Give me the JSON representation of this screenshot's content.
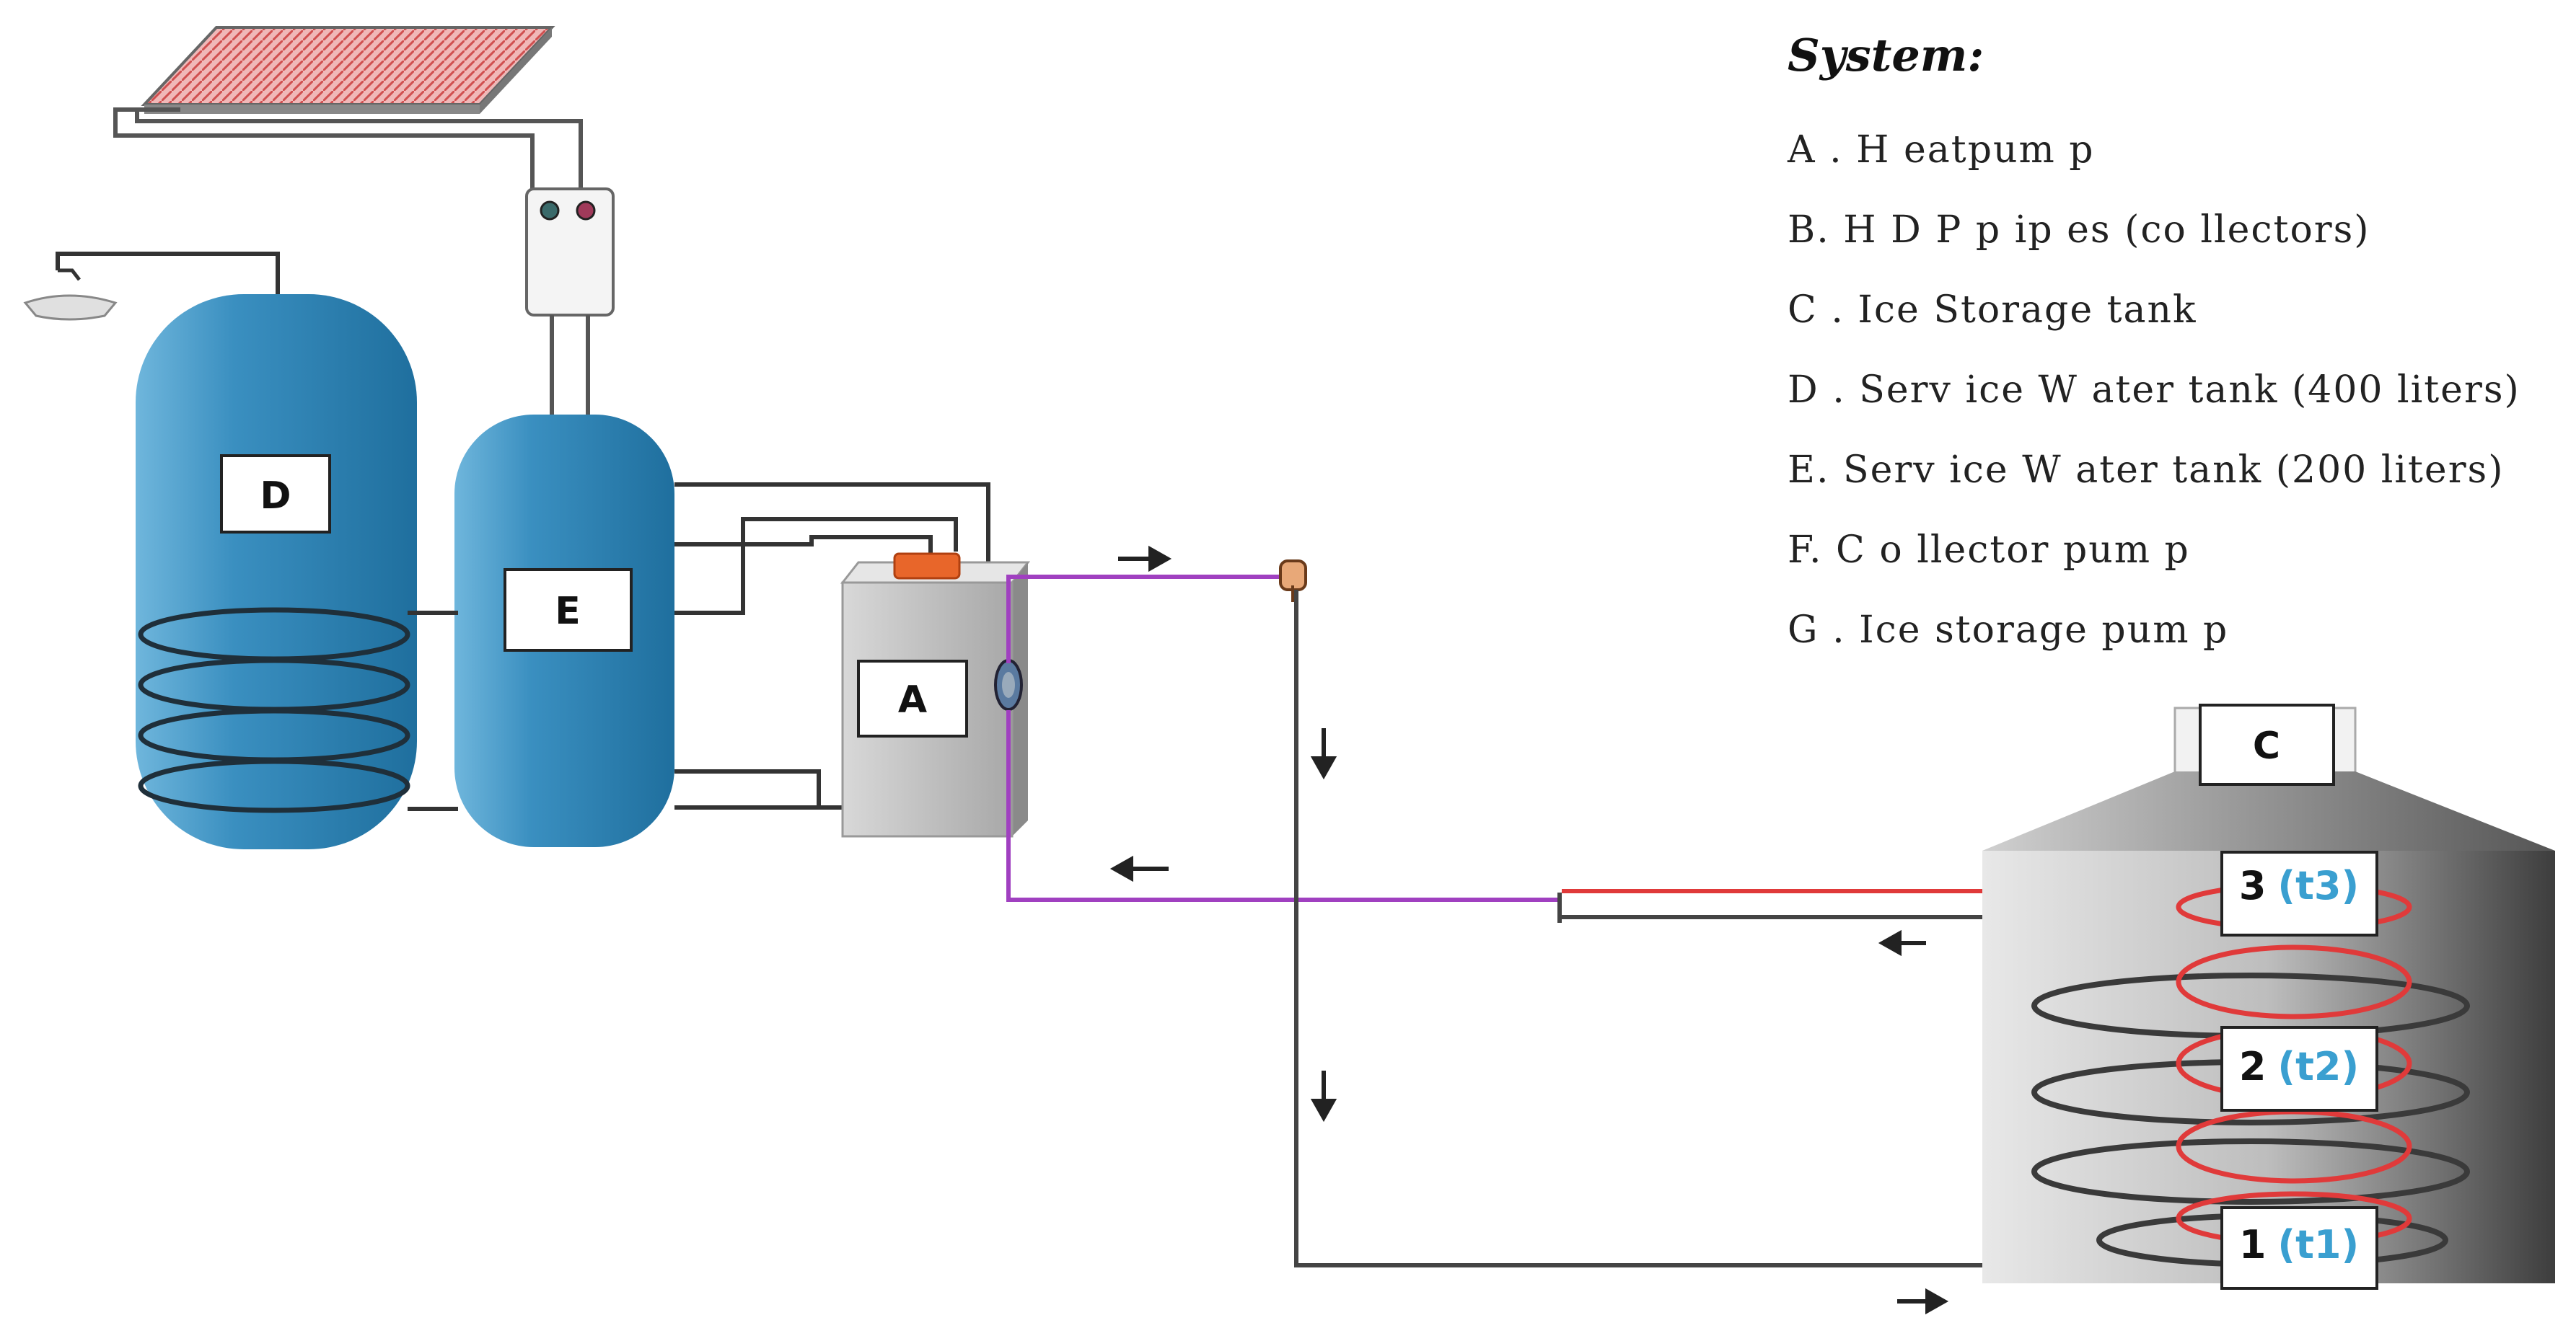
{
  "legend": {
    "title": "System:",
    "items": [
      "A . H eatpum p",
      "B. H D P p ip es (co llectors)",
      "C . Ice Storage tank",
      "D . Serv ice W ater tank (400 liters)",
      "E. Serv ice W ater tank (200 liters)",
      "F. C o llector pum p",
      "G . Ice storage pum p"
    ]
  },
  "components": {
    "A": "A",
    "C": "C",
    "D": "D",
    "E": "E"
  },
  "probes": [
    {
      "num": "3",
      "tag": "(t3)"
    },
    {
      "num": "2",
      "tag": "(t2)"
    },
    {
      "num": "1",
      "tag": "(t1)"
    }
  ],
  "colors": {
    "tank_blue": "#3a8fc0",
    "pipe_dark": "#3a3a3a",
    "pipe_purple": "#a040c0",
    "coil_red": "#e03a3a",
    "label_blue": "#3a9fd0"
  }
}
